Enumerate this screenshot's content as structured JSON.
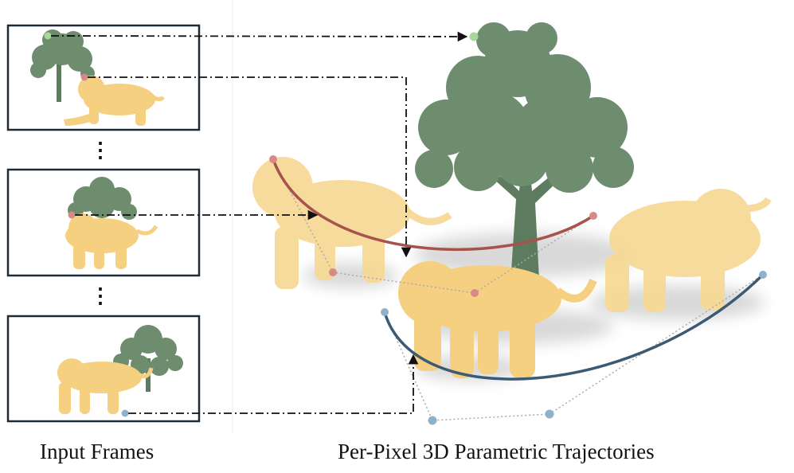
{
  "captions": {
    "left": "Input Frames",
    "right": "Per-Pixel 3D Parametric Trajectories"
  },
  "frames": [
    {
      "name": "frame-1",
      "objects": [
        "tree-icon",
        "lion-icon"
      ]
    },
    {
      "name": "frame-2",
      "objects": [
        "tree-icon",
        "lion-icon"
      ]
    },
    {
      "name": "frame-3",
      "objects": [
        "tree-icon",
        "lion-icon"
      ]
    }
  ],
  "ellipsis": "⋮",
  "colors": {
    "tree": "#6e8d6f",
    "tree_trunk": "#5d7b5f",
    "lion": "#f5d081",
    "frame_border": "#1d2b38",
    "trajectory_red": "#a8524c",
    "trajectory_blue": "#3b5a74",
    "point_green": "#a8d89a",
    "point_red": "#d88a88",
    "point_blue": "#8fb2cc",
    "arrow": "#111111",
    "shadow": "#d9d9d9"
  },
  "trajectories": [
    {
      "name": "red-trajectory",
      "color_key": "trajectory_red"
    },
    {
      "name": "blue-trajectory",
      "color_key": "trajectory_blue"
    }
  ]
}
